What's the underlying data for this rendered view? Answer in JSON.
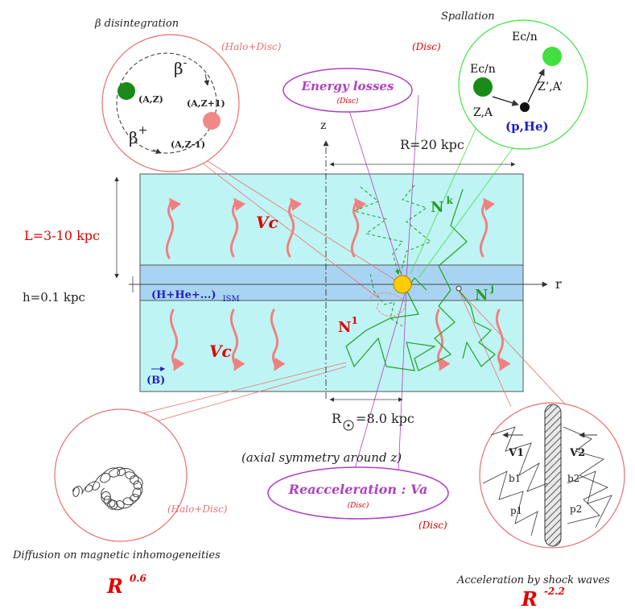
{
  "labels": {
    "beta_title": "β disintegration",
    "halo_disc_top": "(Halo+Disc)",
    "disc_top": "(Disc)",
    "spallation_title": "Spallation",
    "energy_losses": "Energy losses",
    "energy_losses_sub": "(Disc)",
    "z_axis": "z",
    "r_axis": "r",
    "r_extent": "R=20 kpc",
    "halo_height": "L=3-10 kpc",
    "disc_height": "h=0.1 kpc",
    "vc_upper": "Vc",
    "vc_lower": "Vc",
    "ism_main": "(H+He+...)",
    "ism_sub": "ISM",
    "b_field": "B",
    "n1_main": "N",
    "n1_sup": "1",
    "nk_main": "N",
    "nk_sup": "k",
    "nj_main": "N",
    "nj_sup": "j",
    "sun_dist_R": "R",
    "sun_dist_rest": "=8.0 kpc",
    "axial_symmetry": "(axial symmetry around z)",
    "reacceleration": "Reacceleration : Va",
    "reacceleration_sub": "(Disc)",
    "halo_disc_bottom": "(Halo+Disc)",
    "disc_bottom": "(Disc)",
    "diffusion_title": "Diffusion on magnetic inhomogeneities",
    "diffusion_R": "R",
    "diffusion_exp": "0.6",
    "shock_title": "Acceleration by shock waves",
    "shock_R": "R",
    "shock_exp": "-2.2"
  },
  "beta": {
    "beta_minus": "β",
    "beta_minus_sign": "-",
    "beta_plus": "β",
    "beta_plus_sign": "+",
    "az": "(A,Z)",
    "az_plus1": "(A,Z+1)",
    "az_minus1": "(A,Z-1)"
  },
  "spallation": {
    "ec_n_left": "Ec/n",
    "ec_n_right": "Ec/n",
    "za": "Z,A",
    "za_prime": "Z’,A’",
    "target": "(p,He)"
  },
  "shock": {
    "v1": "V1",
    "v2": "V2",
    "b1": "b1",
    "b2": "b2",
    "p1": "p1",
    "p2": "p2"
  },
  "colors": {
    "halo": "#bff4f4",
    "disc": "#a8d4f2",
    "bubble_red": "#e87070",
    "bubble_purple": "#b040c0",
    "bubble_green": "#40e040",
    "wind": "#f08080",
    "path_green": "#20a020",
    "sun": "#ffcc00",
    "label_red": "#e00000",
    "label_blue": "#2020c0"
  }
}
